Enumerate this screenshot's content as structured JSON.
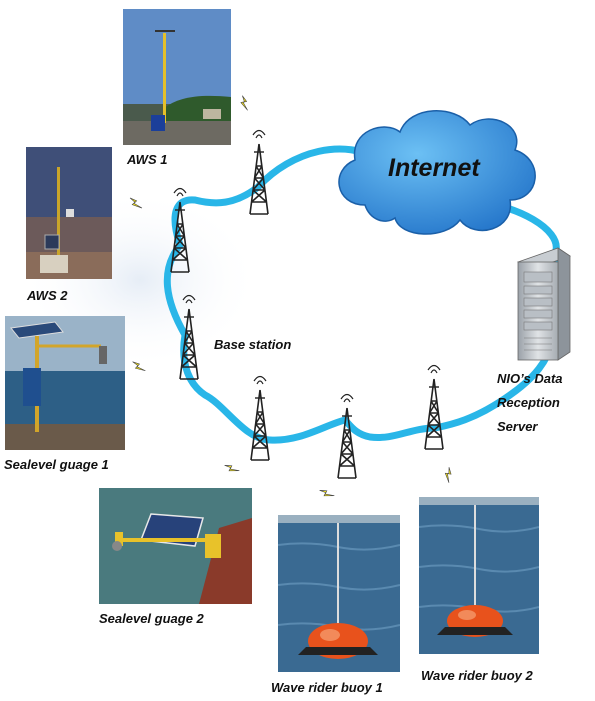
{
  "cloud": {
    "label": "Internet"
  },
  "labels": {
    "aws1": "AWS 1",
    "aws2": "AWS 2",
    "base_station": "Base station",
    "server_line1": "NIO’s Data",
    "server_line2": "Reception",
    "server_line3": "Server",
    "sealevel1": "Sealevel guage 1",
    "sealevel2": "Sealevel guage 2",
    "buoy1": "Wave rider buoy 1",
    "buoy2": "Wave rider buoy 2"
  },
  "colors": {
    "network_ring": "#29b6e8",
    "cloud_fill": "#2b86d8",
    "lightning": "#f2e01a",
    "tower": "#222222",
    "buoy": "#e8521c",
    "sea": "#2d5f86"
  }
}
